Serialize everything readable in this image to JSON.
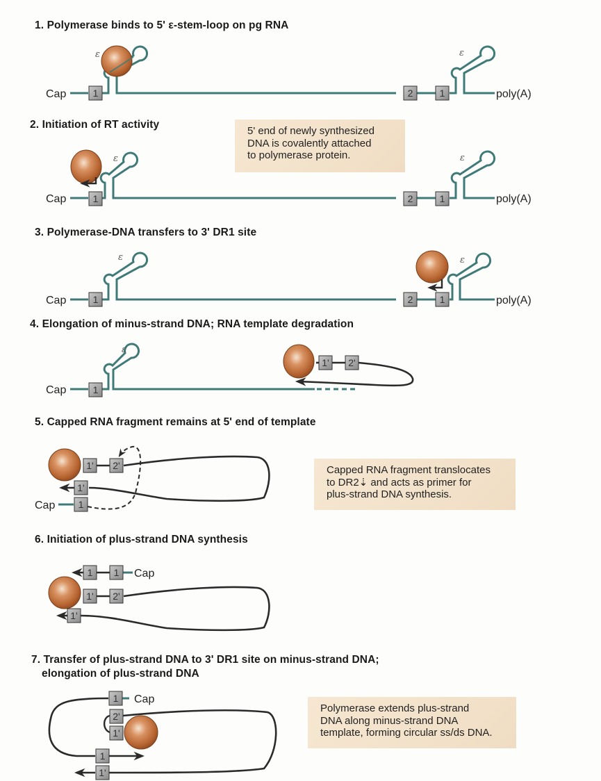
{
  "figure": {
    "steps": [
      {
        "number": "1.",
        "title": "Polymerase binds to 5' ε-stem-loop on pg RNA"
      },
      {
        "number": "2.",
        "title": "Initiation of RT activity"
      },
      {
        "number": "3.",
        "title": "Polymerase-DNA transfers to 3' DR1 site"
      },
      {
        "number": "4.",
        "title": "Elongation of minus-strand DNA; RNA template degradation"
      },
      {
        "number": "5.",
        "title": "Capped RNA fragment remains at 5' end of template"
      },
      {
        "number": "6.",
        "title": "Initiation of plus-strand DNA synthesis"
      },
      {
        "number": "7.",
        "title_line1": "Transfer of plus-strand DNA to 3' DR1 site on minus-strand DNA;",
        "title_line2": "elongation of plus-strand DNA"
      }
    ],
    "notes": {
      "step2": [
        "5' end of newly synthesized",
        "DNA is covalently attached",
        "to polymerase protein."
      ],
      "step5": [
        "Capped RNA fragment translocates",
        "to DR2⇣ and acts as primer for",
        "plus-strand DNA synthesis."
      ],
      "step7": [
        "Polymerase extends plus-strand",
        "DNA along minus-strand DNA",
        "template, forming circular ss/ds DNA."
      ]
    },
    "labels": {
      "cap": "Cap",
      "polyA": "poly(A)",
      "epsilon": "ε",
      "dr1": "1",
      "dr2": "2",
      "dr1_prime": "1'",
      "dr2_prime": "2'"
    },
    "colors": {
      "rna_strand": "#3f7a78",
      "dna_strand": "#2a2a2a",
      "polymerase": "#c0703a",
      "note_background": "#f4e4cd",
      "dr_box": "#9a9a9a"
    }
  }
}
